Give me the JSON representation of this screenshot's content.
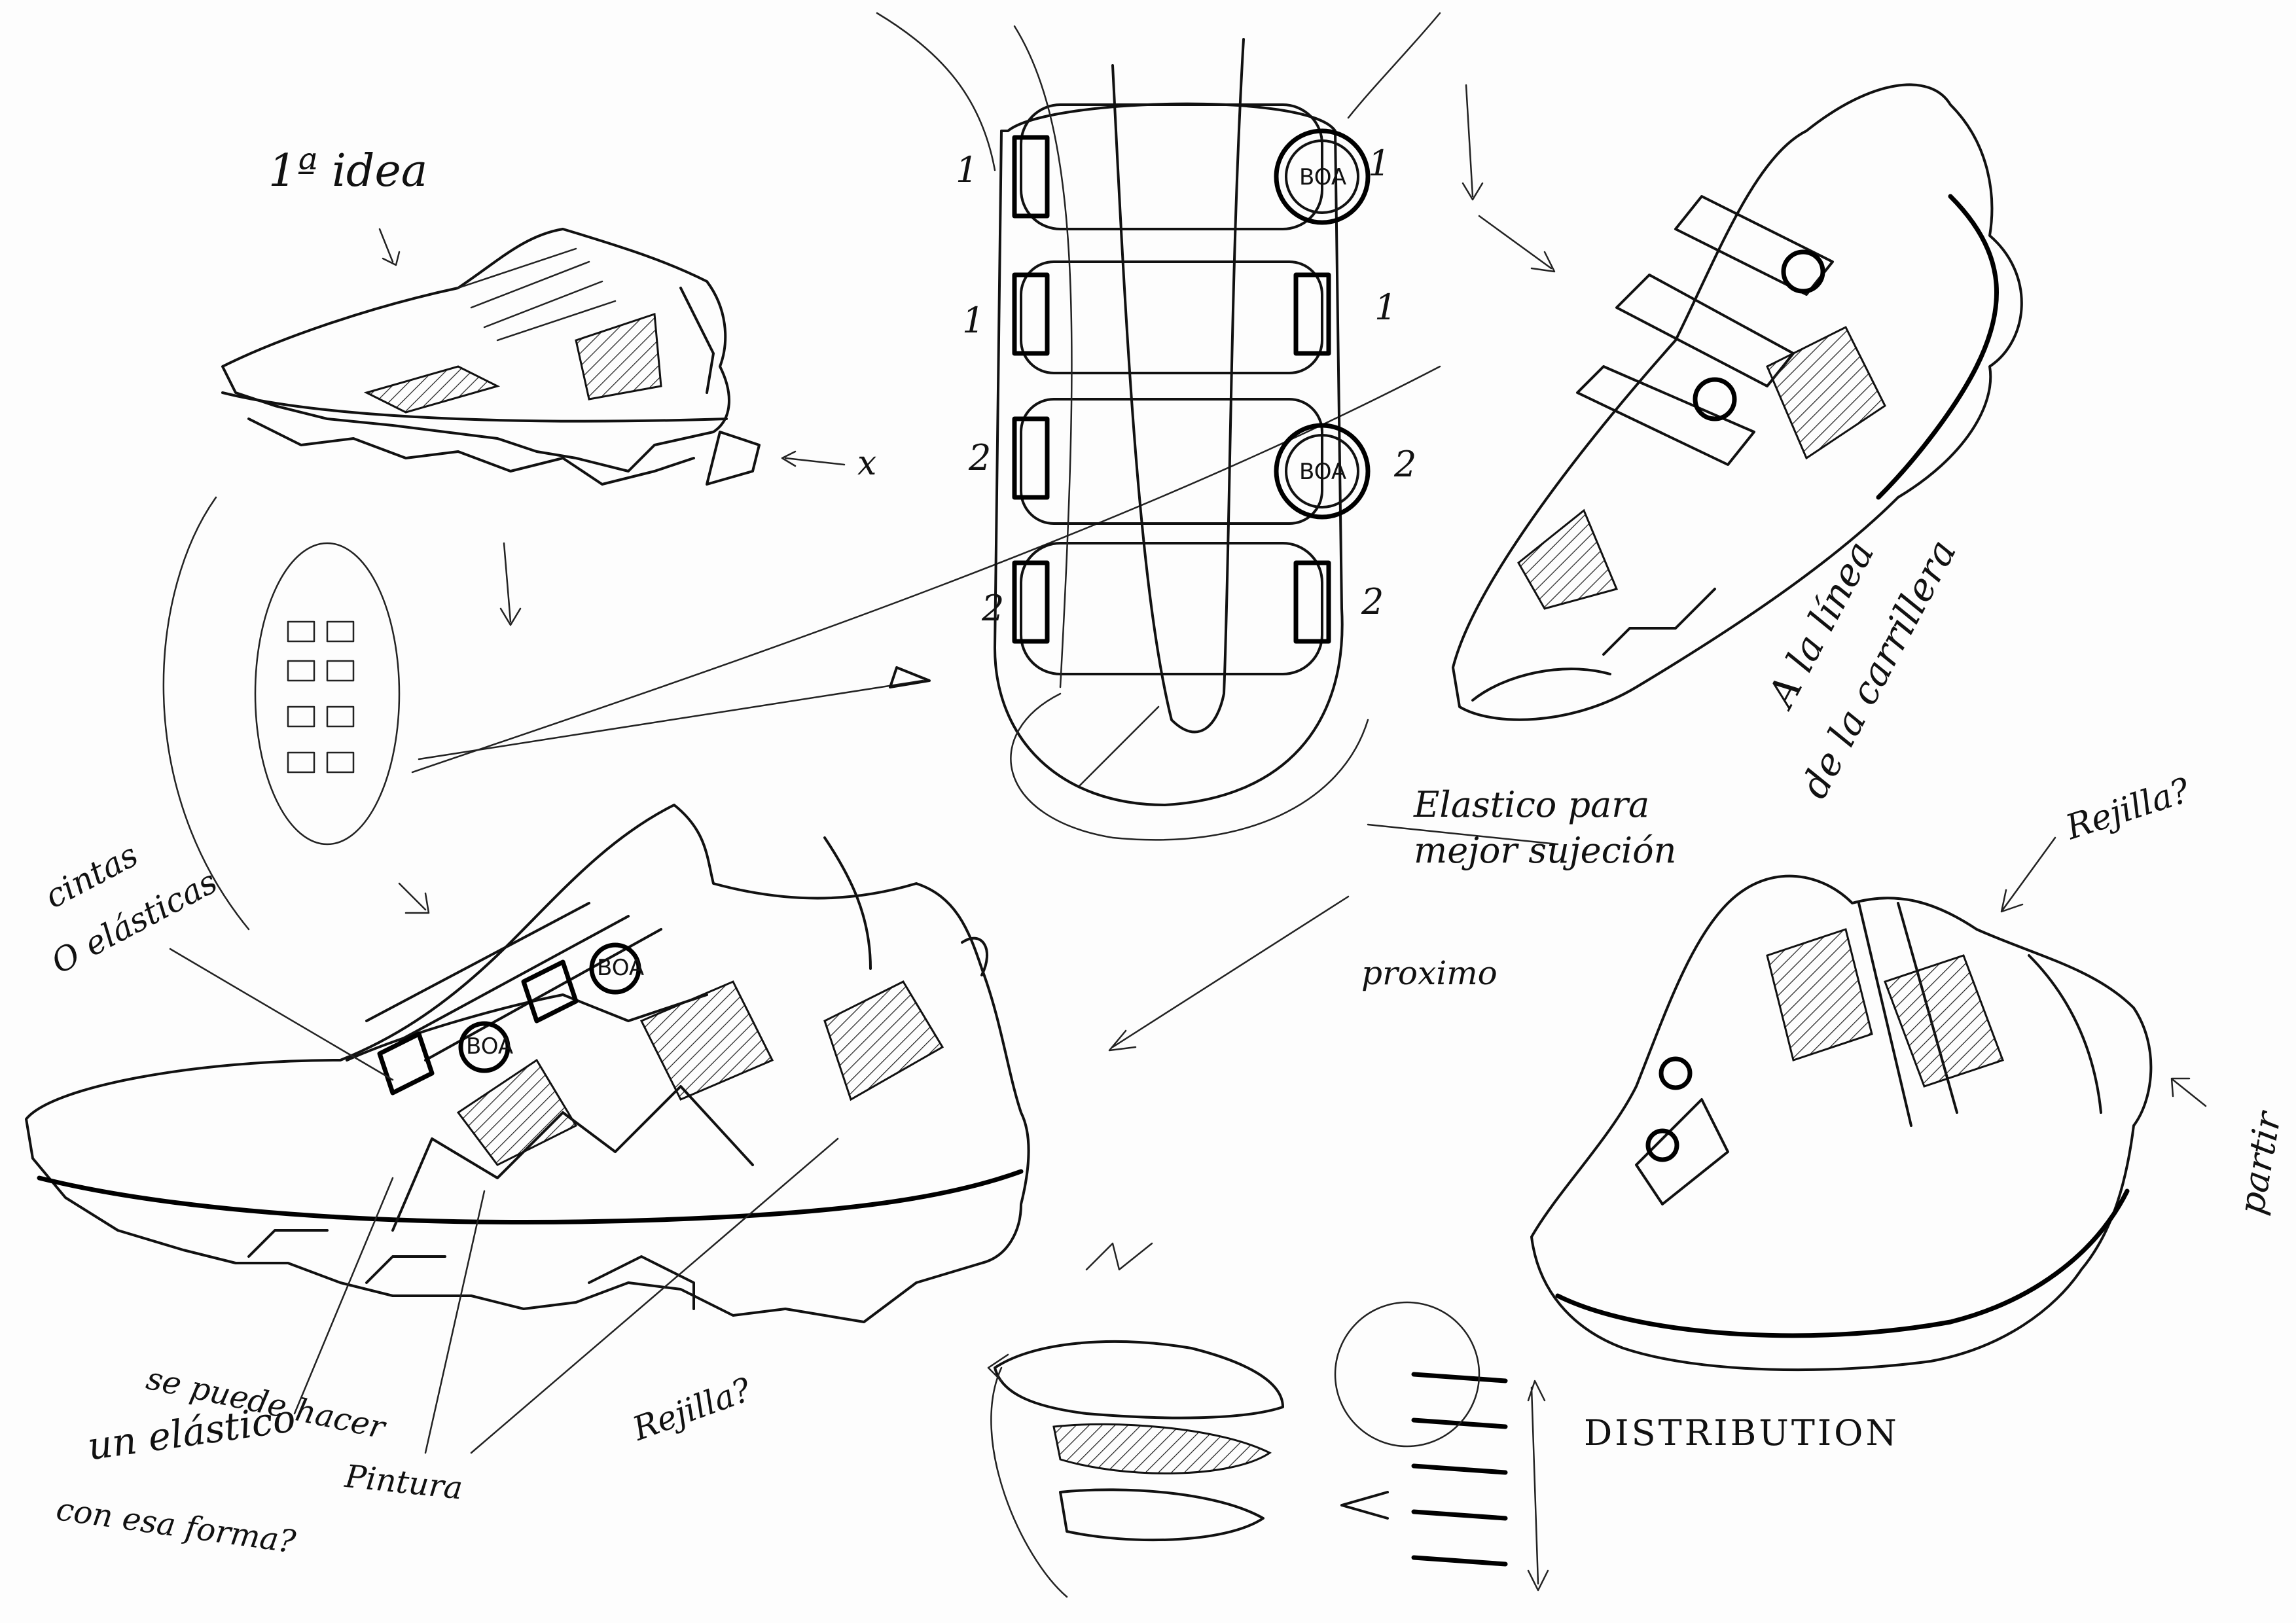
{
  "notes": {
    "first_idea": "1ª idea",
    "cross_mark": "x",
    "cintas_line1": "cintas",
    "cintas_line2": "O elásticas",
    "elastico_line1": "Elastico para",
    "elastico_line2": "mejor sujeción",
    "proximo": "proximo",
    "linea_line1": "A la línea",
    "linea_line2": "de la carrillera",
    "rejilla_top": "Rejilla?",
    "partir": "partir",
    "se_puede_line1": "se puede hacer",
    "se_puede_line2": "un elástico",
    "se_puede_line3": "con esa forma?",
    "pintura": "Pintura",
    "rejilla_bottom": "Rejilla?",
    "distribution": "DISTRIBUTION"
  },
  "boa_label": "BOA",
  "strap_numbers": [
    "1",
    "1",
    "1",
    "1",
    "2",
    "2",
    "2",
    "2"
  ],
  "colors": {
    "ink": "#111111",
    "paper": "#fdfdfd"
  }
}
